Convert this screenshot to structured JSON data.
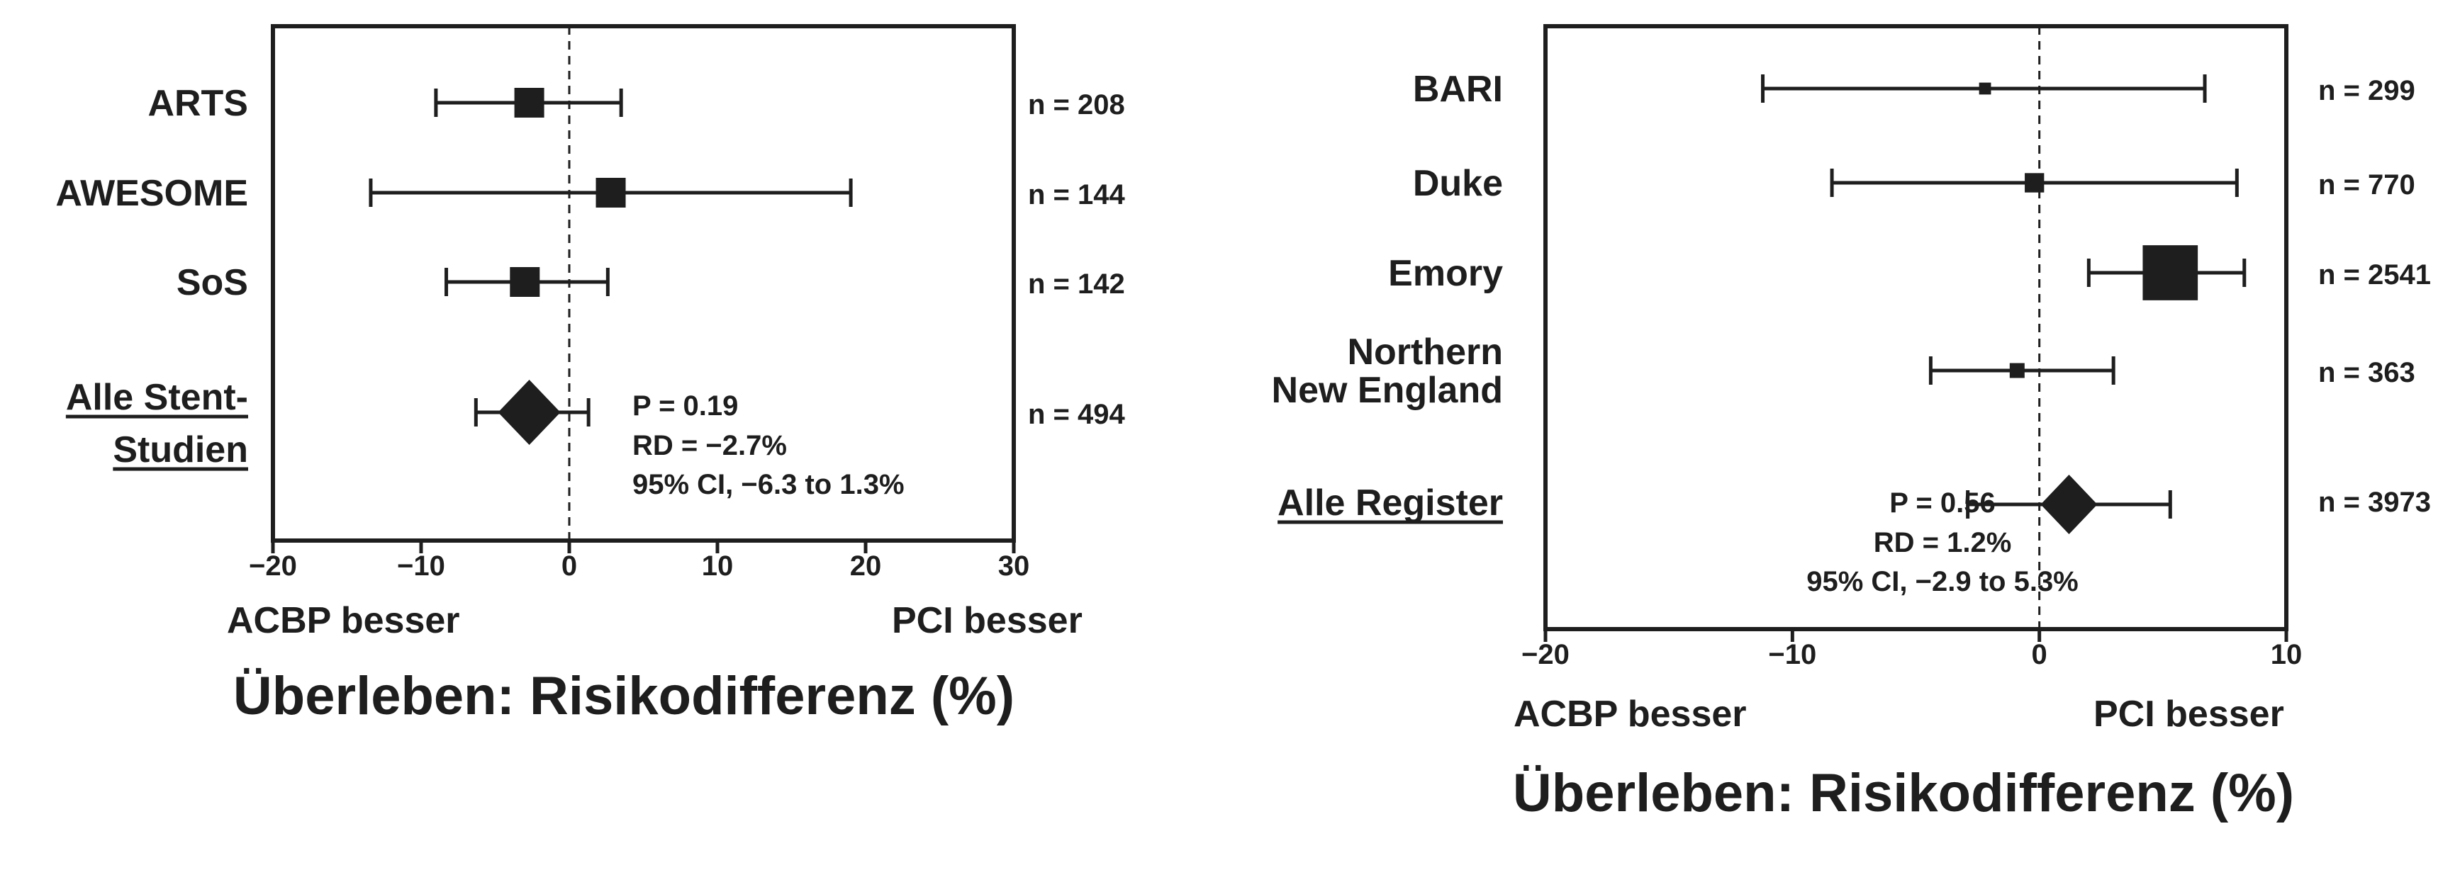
{
  "colors": {
    "ink": "#1e1e1e",
    "background": "#ffffff"
  },
  "chart_data": [
    {
      "type": "forest",
      "xlim": [
        -20,
        30
      ],
      "xticks": [
        "−20",
        "−10",
        "0",
        "10",
        "20",
        "30"
      ],
      "xtick_values": [
        -20,
        -10,
        0,
        10,
        20,
        30
      ],
      "reference_line": 0,
      "left_label": "ACBP besser",
      "right_label": "PCI besser",
      "xlabel": "Überleben: Risikodifferenz (%)",
      "studies": [
        {
          "name": [
            "ARTS"
          ],
          "estimate": -2.7,
          "ci": [
            -9.0,
            3.5
          ],
          "n_label": "n = 208",
          "n": 208,
          "marker": "square",
          "size": 1.0
        },
        {
          "name": [
            "AWESOME"
          ],
          "estimate": 2.8,
          "ci": [
            -13.4,
            19.0
          ],
          "n_label": "n = 144",
          "n": 144,
          "marker": "square",
          "size": 1.0
        },
        {
          "name": [
            "SoS"
          ],
          "estimate": -3.0,
          "ci": [
            -8.3,
            2.6
          ],
          "n_label": "n = 142",
          "n": 142,
          "marker": "square",
          "size": 1.0
        }
      ],
      "pooled": {
        "name": [
          "Alle Stent-",
          "Studien"
        ],
        "estimate": -2.7,
        "ci": [
          -6.3,
          1.3
        ],
        "n_label": "n = 494",
        "n": 494,
        "marker": "diamond",
        "stats": [
          "P = 0.19",
          "RD = −2.7%",
          "95% CI, −6.3 to 1.3%"
        ]
      }
    },
    {
      "type": "forest",
      "xlim": [
        -20,
        10
      ],
      "xticks": [
        "−20",
        "−10",
        "0",
        "10"
      ],
      "xtick_values": [
        -20,
        -10,
        0,
        10
      ],
      "reference_line": 0,
      "left_label": "ACBP besser",
      "right_label": "PCI besser",
      "xlabel": "Überleben: Risikodifferenz (%)",
      "studies": [
        {
          "name": [
            "BARI"
          ],
          "estimate": -2.2,
          "ci": [
            -11.2,
            6.7
          ],
          "n_label": "n = 299",
          "n": 299,
          "marker": "square",
          "size": 0.4
        },
        {
          "name": [
            "Duke"
          ],
          "estimate": -0.2,
          "ci": [
            -8.4,
            8.0
          ],
          "n_label": "n = 770",
          "n": 770,
          "marker": "square",
          "size": 0.65
        },
        {
          "name": [
            "Emory"
          ],
          "estimate": 5.3,
          "ci": [
            2.0,
            8.3
          ],
          "n_label": "n = 2541",
          "n": 2541,
          "marker": "square",
          "size": 1.85
        },
        {
          "name": [
            "Northern",
            "New England"
          ],
          "estimate": -0.9,
          "ci": [
            -4.4,
            3.0
          ],
          "n_label": "n = 363",
          "n": 363,
          "marker": "square",
          "size": 0.5
        }
      ],
      "pooled": {
        "name": [
          "Alle Register"
        ],
        "estimate": 1.2,
        "ci": [
          -2.9,
          5.3
        ],
        "n_label": "n = 3973",
        "n": 3973,
        "marker": "diamond",
        "stats": [
          "P = 0.56",
          "RD = 1.2%",
          "95% CI, −2.9 to 5.3%"
        ]
      }
    }
  ]
}
